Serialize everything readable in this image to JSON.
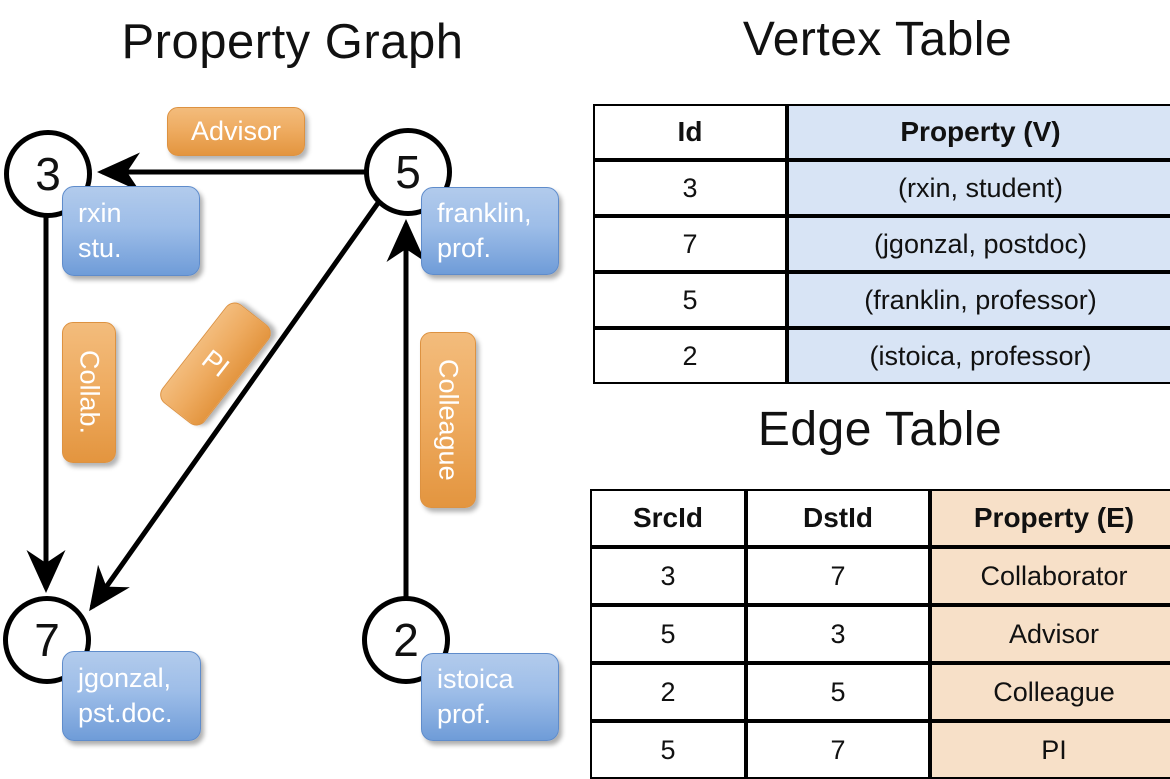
{
  "titles": {
    "property_graph": "Property Graph",
    "vertex_table": "Vertex Table",
    "edge_table": "Edge Table"
  },
  "colors": {
    "vertex_property_fill": "#d8e4f5",
    "edge_property_fill": "#f7e0c8",
    "vertex_box_blue": "#6f9cd8",
    "edge_label_orange": "#e3953f",
    "stroke": "#000000",
    "background": "#ffffff"
  },
  "graph": {
    "nodes": [
      {
        "id": "3",
        "property_lines": [
          "rxin",
          "stu."
        ]
      },
      {
        "id": "5",
        "property_lines": [
          "franklin,",
          "prof."
        ]
      },
      {
        "id": "7",
        "property_lines": [
          "jgonzal,",
          "pst.doc."
        ]
      },
      {
        "id": "2",
        "property_lines": [
          "istoica",
          "prof."
        ]
      }
    ],
    "edge_labels": [
      {
        "name": "advisor",
        "text": "Advisor"
      },
      {
        "name": "collab",
        "text": "Collab."
      },
      {
        "name": "pi",
        "text": "PI"
      },
      {
        "name": "colleague",
        "text": "Colleague"
      }
    ],
    "edges": [
      {
        "from": "5",
        "to": "3",
        "label": "Advisor"
      },
      {
        "from": "3",
        "to": "7",
        "label": "Collab."
      },
      {
        "from": "5",
        "to": "7",
        "label": "PI"
      },
      {
        "from": "2",
        "to": "5",
        "label": "Colleague"
      }
    ]
  },
  "vertex_table": {
    "headers": [
      "Id",
      "Property (V)"
    ],
    "rows": [
      [
        "3",
        "(rxin, student)"
      ],
      [
        "7",
        "(jgonzal, postdoc)"
      ],
      [
        "5",
        "(franklin, professor)"
      ],
      [
        "2",
        "(istoica, professor)"
      ]
    ]
  },
  "edge_table": {
    "headers": [
      "SrcId",
      "DstId",
      "Property (E)"
    ],
    "rows": [
      [
        "3",
        "7",
        "Collaborator"
      ],
      [
        "5",
        "3",
        "Advisor"
      ],
      [
        "2",
        "5",
        "Colleague"
      ],
      [
        "5",
        "7",
        "PI"
      ]
    ]
  }
}
